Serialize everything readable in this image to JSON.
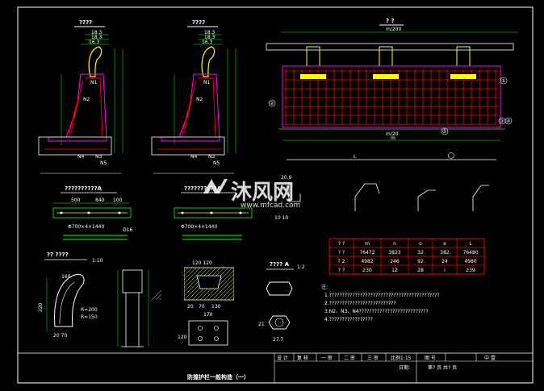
{
  "watermark": {
    "brand": "沐风网",
    "url": "www.mfcad.com"
  },
  "views": {
    "left_section_title": "????",
    "mid_section_title": "????",
    "elevation_title": "? ?",
    "left_bar_title": "??????????A",
    "mid_bar_title": "??????????A",
    "detail_title": "?? ????",
    "detail_scale": "1:10",
    "sec_a_title": "???? A",
    "sec_a_scale": "1:2"
  },
  "dims": {
    "left_top_a": "18.3",
    "left_top_b": "18.3",
    "left_top_c": "16.3",
    "mid_top_a": "18.3",
    "mid_top_b": "18.3",
    "mid_top_c": "16.3",
    "elev_top": "m/200",
    "elev_bottom": "m/20",
    "elev_m": "m",
    "elev_L": "L",
    "bar_500": "500",
    "bar_840": "840",
    "bar_100": "100",
    "bar_note": "Φ700×4×1440",
    "bar_d16": "D16",
    "bar_mid_note": "Φ700×4×1440",
    "sec_dim_120": "120",
    "sec_dim_170": "170",
    "sec_dim_20": "20",
    "sec_dim_130": "130",
    "sec_dim_277": "27.7",
    "sec_dim_21": "21",
    "det_160": "160",
    "det_220": "220",
    "det_r200": "R=200",
    "det_r150": "R=150"
  },
  "labels": {
    "n1": "N1",
    "n2": "N2",
    "n3": "N3",
    "n4": "N4",
    "n5": "N5",
    "c1": "①",
    "c2": "②",
    "c3": "③",
    "c4": "④",
    "c5": "⑤"
  },
  "table": {
    "headers": [
      "? ?",
      "m",
      "n",
      "o",
      "e",
      "L"
    ],
    "rows": [
      [
        "? ?",
        "76472",
        "3823",
        "32",
        "382",
        "76480"
      ],
      [
        "? 2",
        "4982",
        "246",
        "92",
        "24",
        "4980"
      ],
      [
        "? ?",
        "230",
        "12",
        "28",
        "i",
        "239"
      ]
    ]
  },
  "notes": {
    "title": "注:",
    "lines": [
      "1.???????????????????????????????????????????",
      "2.??????????????????????????",
      "3.N2、N3、N4???????????????????????????",
      "4.?????????????????"
    ]
  },
  "title_block": {
    "drawing_title": "防撞护栏一般构造（一）",
    "design": "设 计",
    "check": "复 核",
    "review1": "一 审",
    "review2": "二 审",
    "review3": "三 审",
    "scale": "比例1:15",
    "drawing_no": "图 号",
    "sheet": "中 壹",
    "date": "日期:",
    "page_note": "第? 页 共? 页"
  },
  "colors": {
    "background": "#000000",
    "frame": "#ffffff",
    "rebar": "#ff0000",
    "concrete": "#ff00ff",
    "dimension": "#00ff00",
    "hatch": "#ffff00",
    "cyan": "#00ffff"
  }
}
